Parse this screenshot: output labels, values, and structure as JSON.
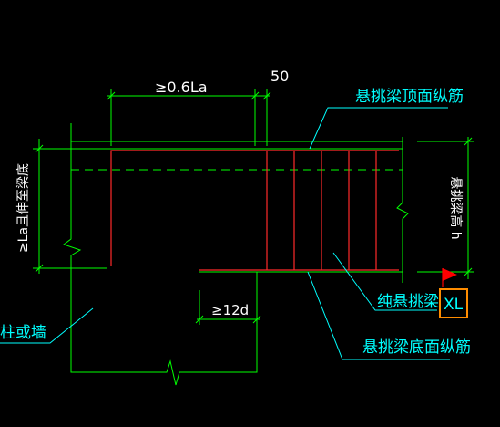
{
  "labels": {
    "anchor_len": "≥0.6La",
    "gap": "50",
    "top_bar": "悬挑梁顶面纵筋",
    "wall_depth": "≥La且伸至梁底",
    "beam_height": "悬挑梁高 h",
    "bottom_embed": "≥12d",
    "pure_cantilever": "纯悬挑梁",
    "beam_code": "XL",
    "column_wall": "柱或墙",
    "bottom_bar": "悬挑梁底面纵筋"
  },
  "colors": {
    "background": "#000000",
    "outline": "#00ff00",
    "rebar": "#ff2a2a",
    "leader": "#00ffff",
    "dimension_text": "#ffffff",
    "label_text": "#00ffff",
    "flag": "#ff0000",
    "code_box": "#ff8c00"
  },
  "icons": {
    "flag": "flag-icon"
  }
}
